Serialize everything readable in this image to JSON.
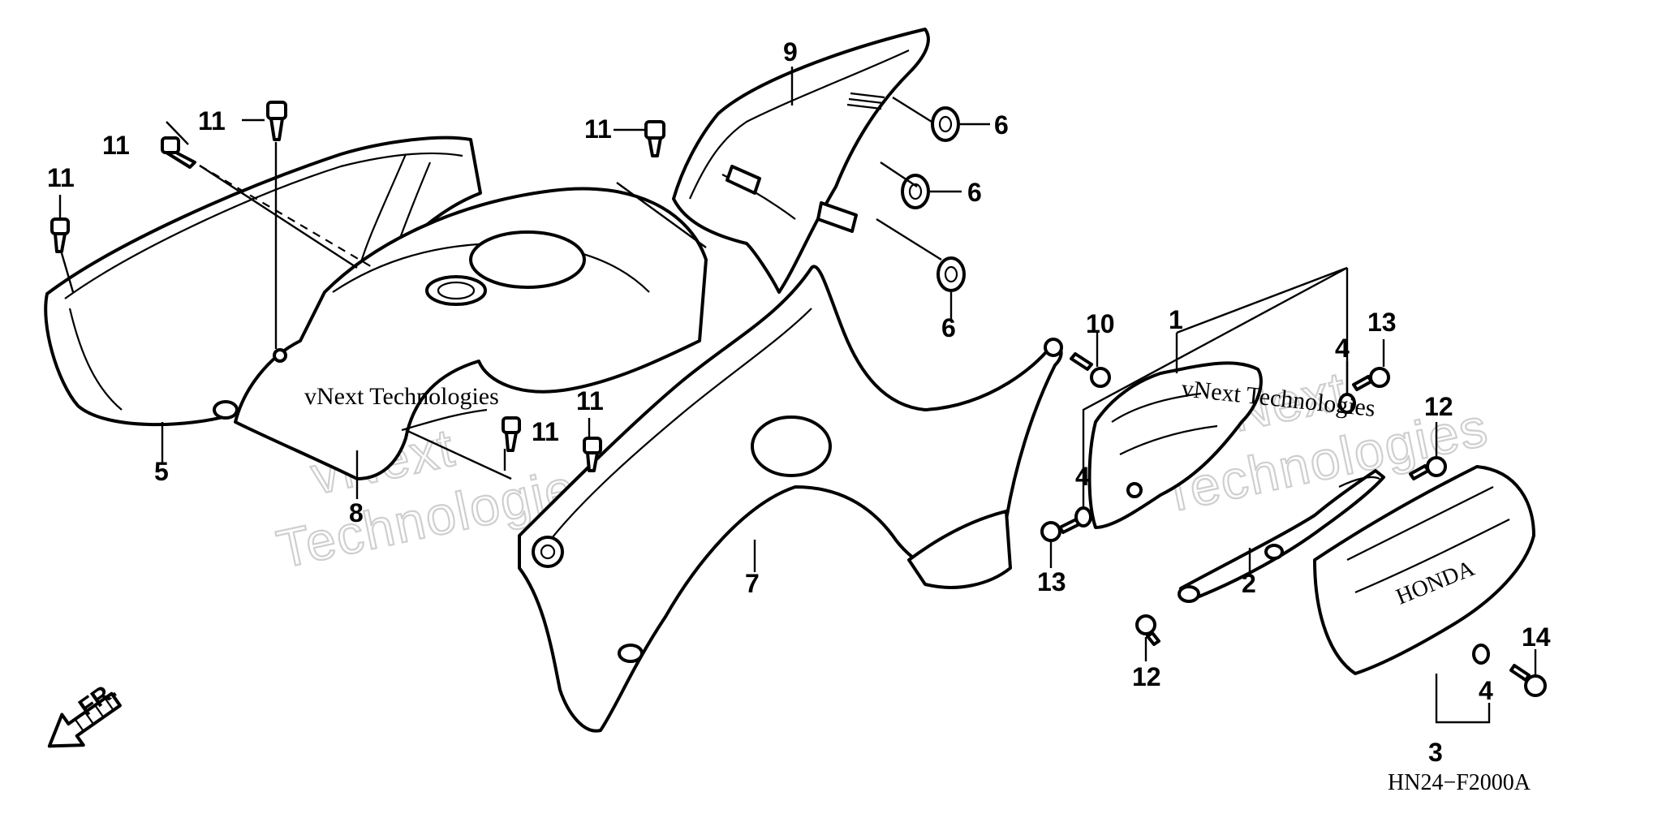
{
  "diagram_code": "HN24−F2000A",
  "direction_label": "FR.",
  "watermarks": {
    "big_top": "vNext",
    "big_bottom": "Technologies",
    "small": "vNext Technologies"
  },
  "callouts": {
    "n1": "1",
    "n2": "2",
    "n3": "3",
    "n4": "4",
    "n5": "5",
    "n6": "6",
    "n7": "7",
    "n8": "8",
    "n9": "9",
    "n10": "10",
    "n11": "11",
    "n12": "12",
    "n13": "13",
    "n14": "14"
  }
}
